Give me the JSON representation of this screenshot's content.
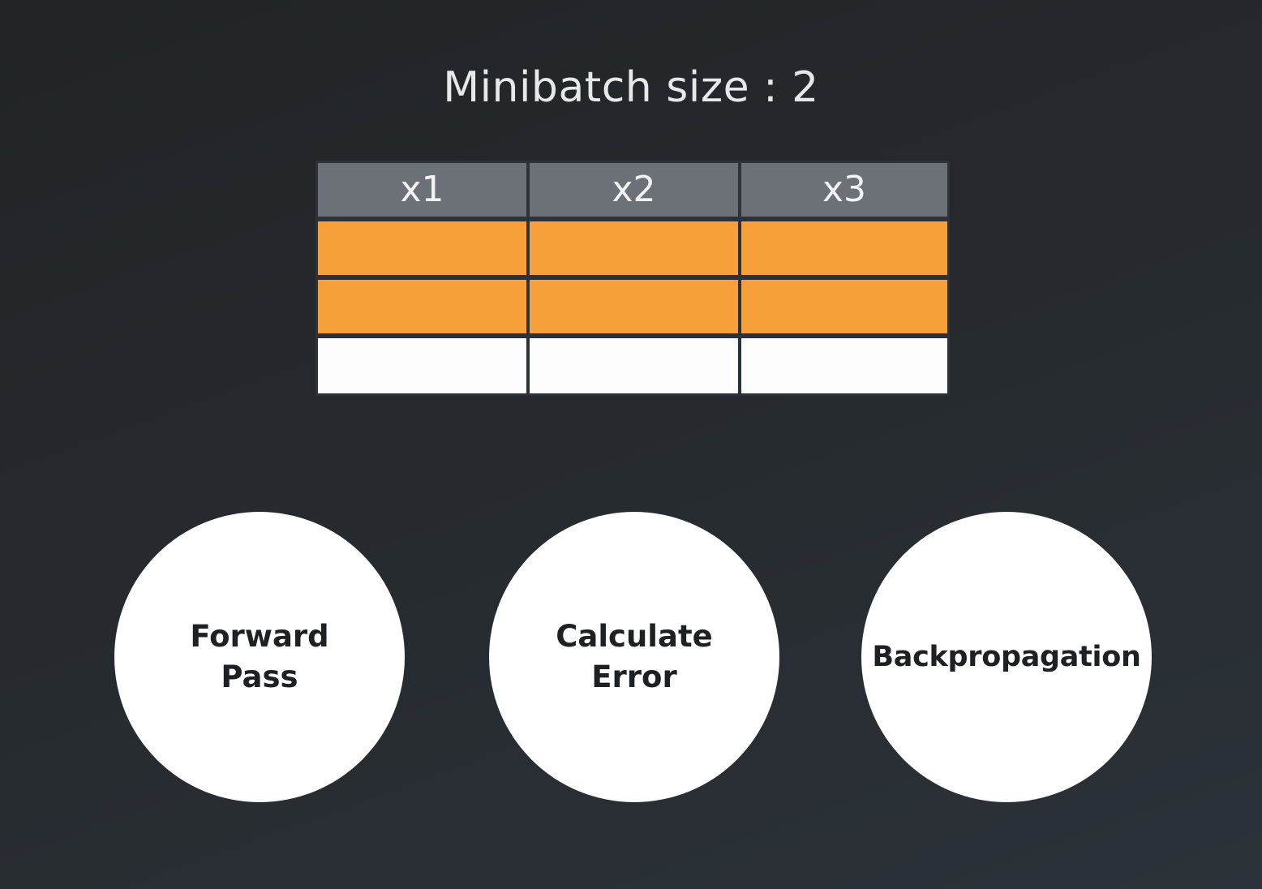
{
  "title": "Minibatch size : 2",
  "table": {
    "headers": [
      "x1",
      "x2",
      "x3"
    ],
    "rows": [
      {
        "state": "selected"
      },
      {
        "state": "selected"
      },
      {
        "state": "empty"
      }
    ]
  },
  "steps": [
    {
      "label": "Forward\nPass"
    },
    {
      "label": "Calculate\nError"
    },
    {
      "label": "Backpropagation"
    }
  ],
  "colors": {
    "header": "#6c7177",
    "selected_row": "#f5a038",
    "empty_row": "#fdfdfd",
    "circle": "#ffffff"
  }
}
